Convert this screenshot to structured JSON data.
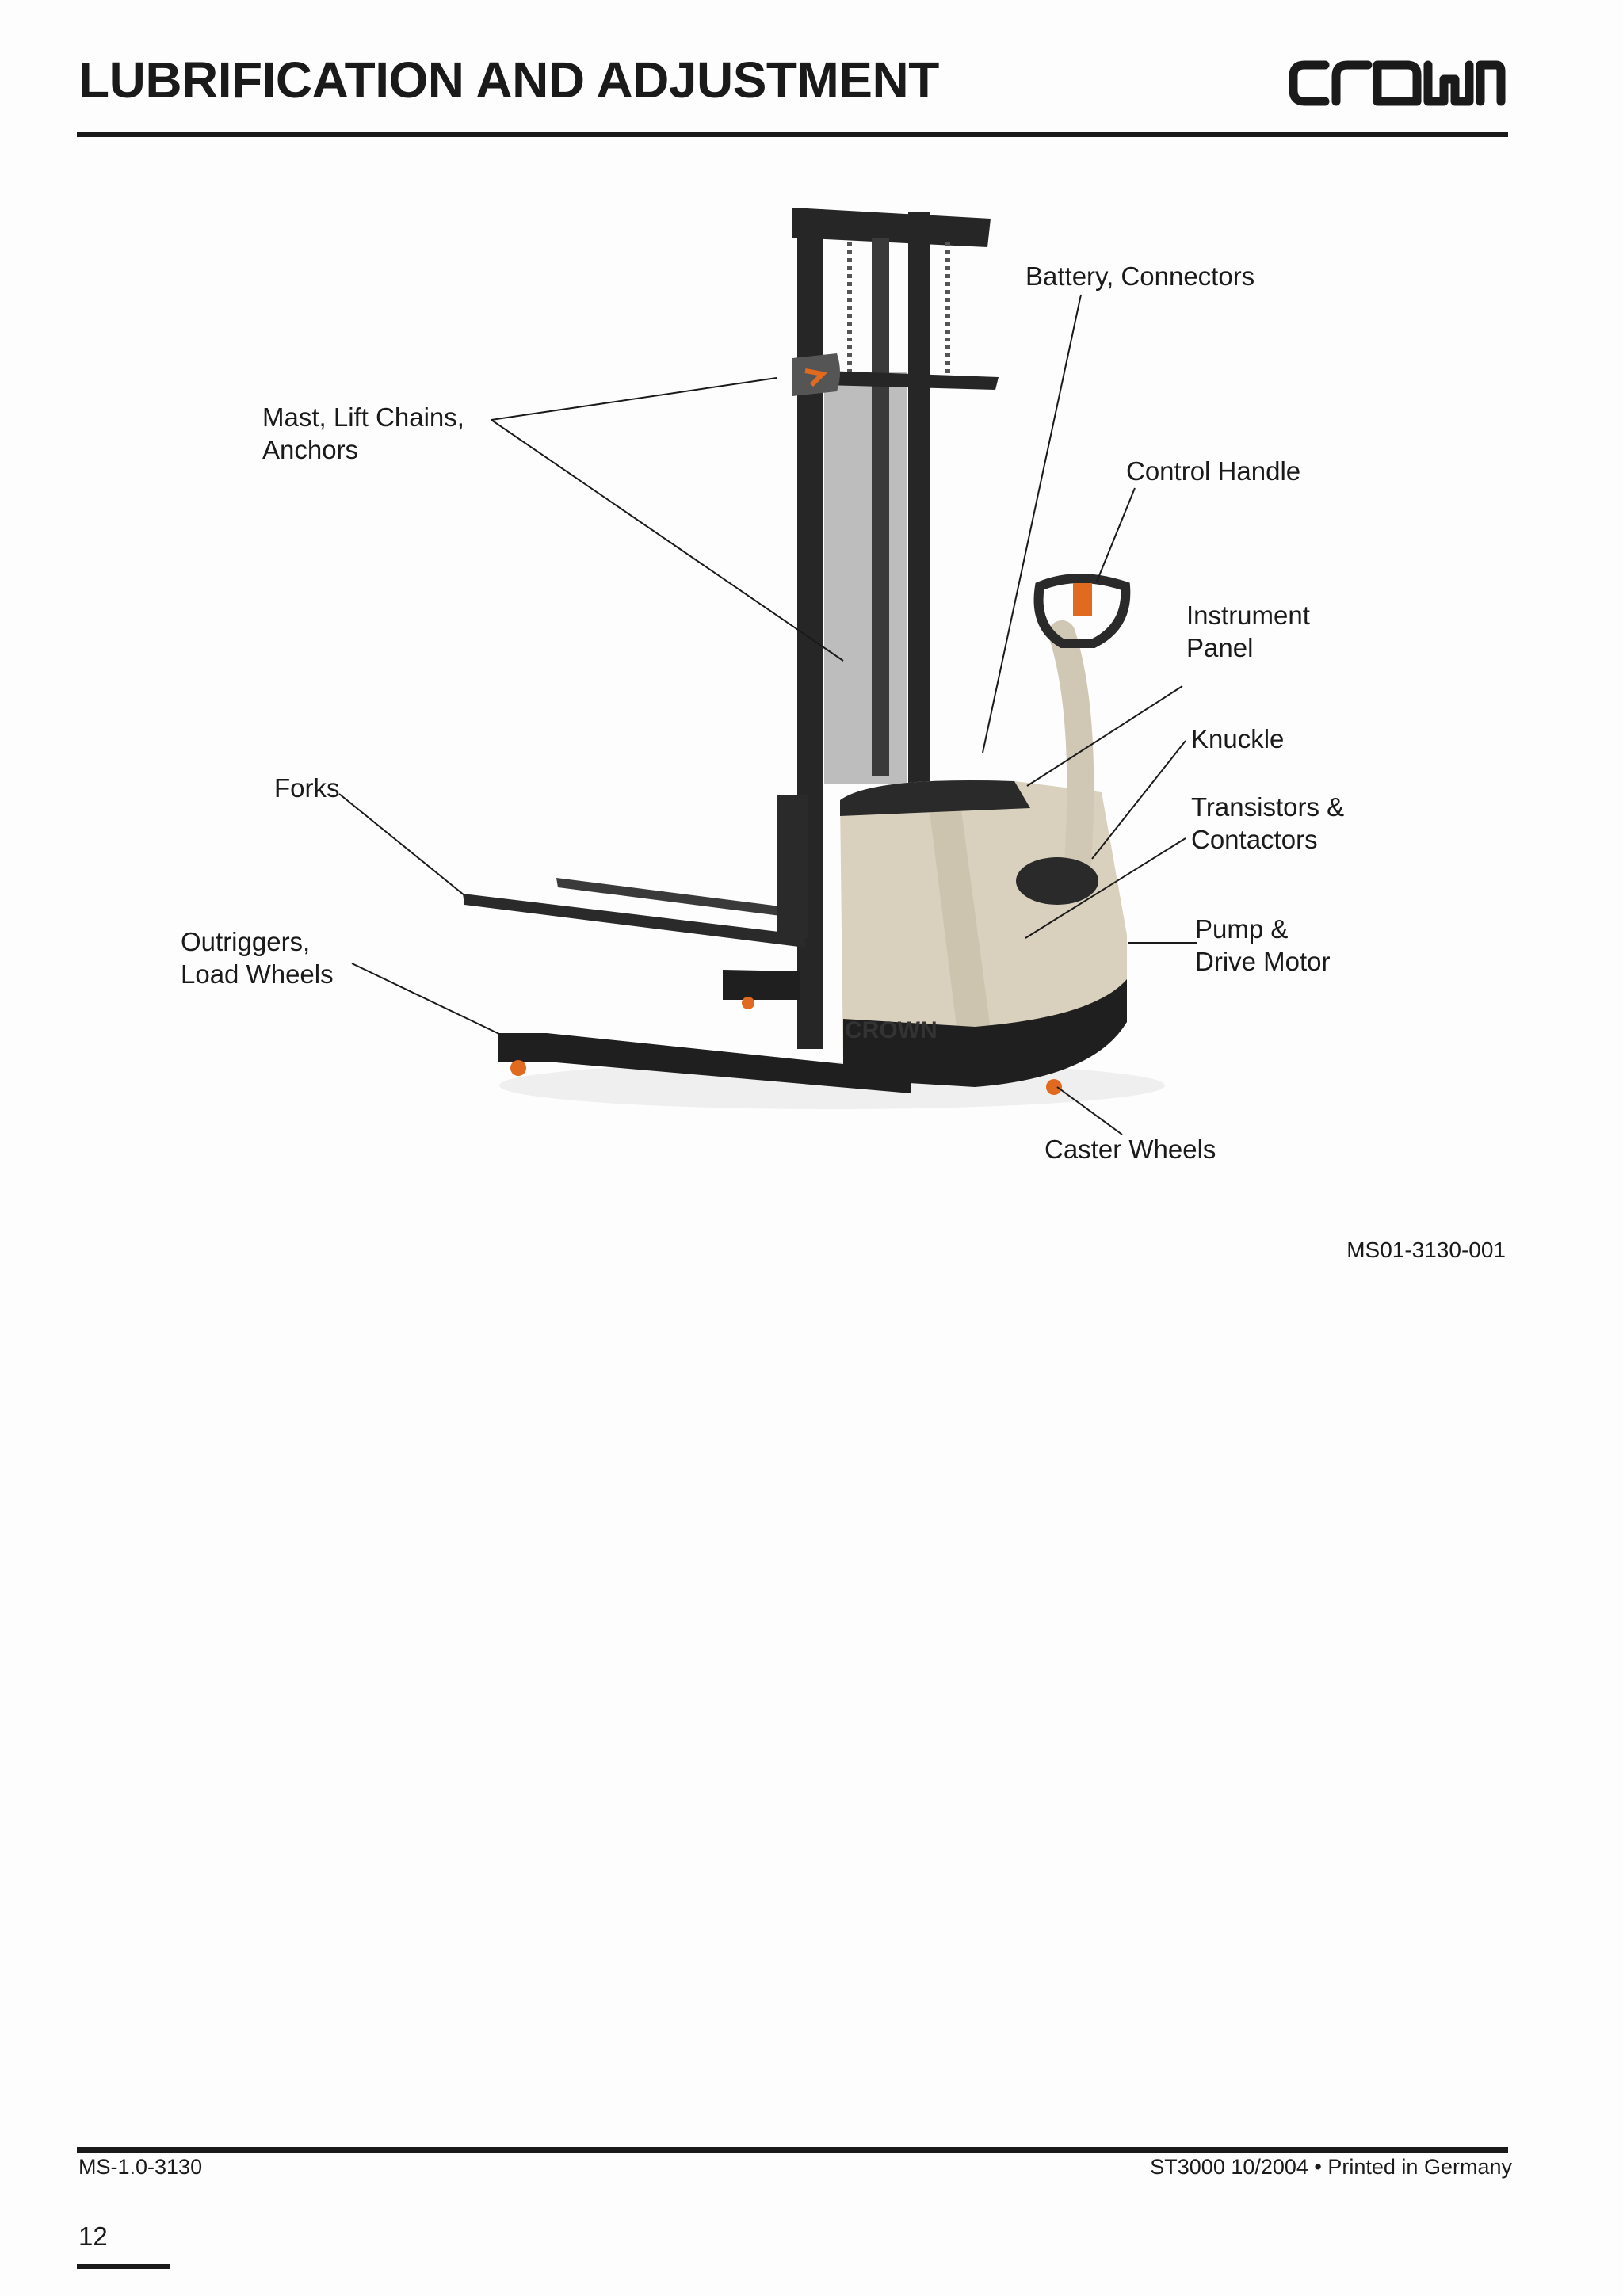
{
  "header": {
    "title": "LUBRIFICATION AND ADJUSTMENT",
    "logo_text": "CROWN"
  },
  "figure": {
    "labels": {
      "battery": "Battery, Connectors",
      "mast": "Mast, Lift Chains,\nAnchors",
      "control_handle": "Control Handle",
      "instrument_panel": "Instrument\nPanel",
      "knuckle": "Knuckle",
      "forks": "Forks",
      "transistors": "Transistors &\nContactors",
      "outriggers": "Outriggers,\nLoad Wheels",
      "pump": "Pump &\nDrive Motor",
      "caster": "Caster Wheels"
    },
    "code": "MS01-3130-001"
  },
  "footer": {
    "left": "MS-1.0-3130",
    "right": "ST3000 10/2004 • Printed in Germany",
    "page_number": "12"
  },
  "colors": {
    "ink": "#1a1a1a",
    "body_beige": "#d9d0bd",
    "accent_orange": "#e06a1f"
  }
}
